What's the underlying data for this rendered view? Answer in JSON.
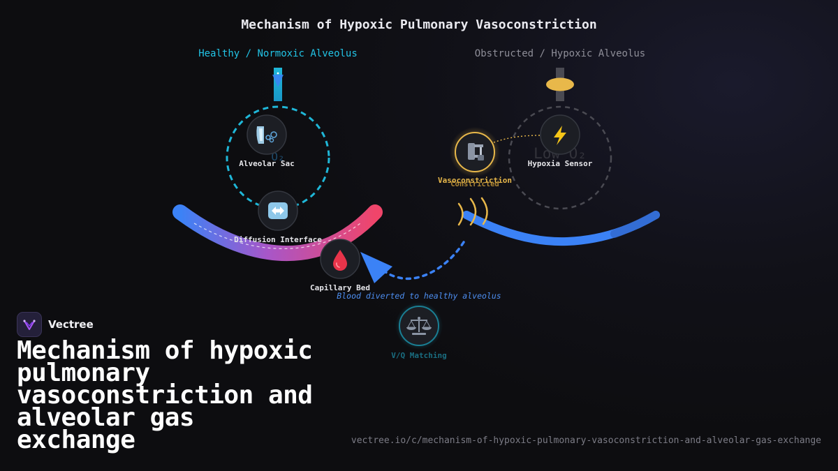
{
  "diagram": {
    "title": "Mechanism of Hypoxic Pulmonary Vasoconstriction",
    "left_heading": "Healthy / Normoxic Alveolus",
    "right_heading": "Obstructed / Hypoxic Alveolus",
    "left_gas_text": "O₂",
    "right_gas_text": "Low O₂",
    "nodes": {
      "alveolar_sac": {
        "label": "Alveolar Sac",
        "icon": "lungs-icon"
      },
      "diffusion": {
        "label": "Diffusion Interface",
        "icon": "left-right-arrow-icon"
      },
      "capillary": {
        "label": "Capillary Bed",
        "icon": "blood-drop-icon"
      },
      "vasoconstriction": {
        "label": "Vasoconstriction",
        "icon": "clamp-icon"
      },
      "hypoxia": {
        "label": "Hypoxia Sensor",
        "icon": "lightning-icon"
      },
      "vq": {
        "label": "V/Q Matching",
        "icon": "scales-icon"
      }
    },
    "constricted_text": "Constricted",
    "diverted_text": "Blood diverted to healthy alveolus",
    "colors": {
      "healthy": "#1fb7d8",
      "hypoxic": "#4a4a52",
      "vessel_blue": "#3b82f6",
      "vessel_red": "#f0456a",
      "warning": "#e8b84a"
    }
  },
  "brand": {
    "name": "Vectree"
  },
  "heading": "Mechanism of hypoxic pulmonary vasoconstriction and alveolar gas exchange",
  "url": "vectree.io/c/mechanism-of-hypoxic-pulmonary-vasoconstriction-and-alveolar-gas-exchange"
}
